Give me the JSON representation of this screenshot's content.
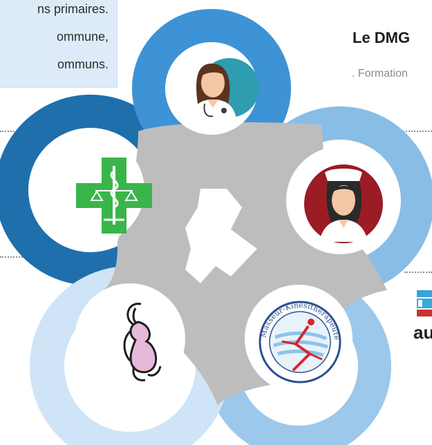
{
  "intro_box": {
    "lines": [
      "ns primaires.",
      "ommune,",
      "ommuns."
    ]
  },
  "dmg": {
    "title": "Le DMG",
    "subtitle": ". Formation"
  },
  "right_partial_text": "au",
  "colors": {
    "blue_dark": "#1f6fad",
    "blue_mid": "#3d93d6",
    "blue_light": "#88bde6",
    "blue_pale": "#c9e1f5",
    "gray_connector": "#bdbdbd",
    "pharmacy_green": "#39b54a",
    "nurse_red": "#9b1c24",
    "doctor_teal": "#2e9db0"
  },
  "hub": {
    "nodes": [
      {
        "role": "doctor",
        "icon": "doctor-icon"
      },
      {
        "role": "nurse",
        "icon": "nurse-icon"
      },
      {
        "role": "physiotherapist",
        "icon": "physiotherapist-badge-icon",
        "badge_text": "Masseur-Kinésithérapeute"
      },
      {
        "role": "midwife",
        "icon": "pregnant-woman-icon"
      },
      {
        "role": "pharmacist",
        "icon": "pharmacy-cross-icon"
      }
    ]
  }
}
